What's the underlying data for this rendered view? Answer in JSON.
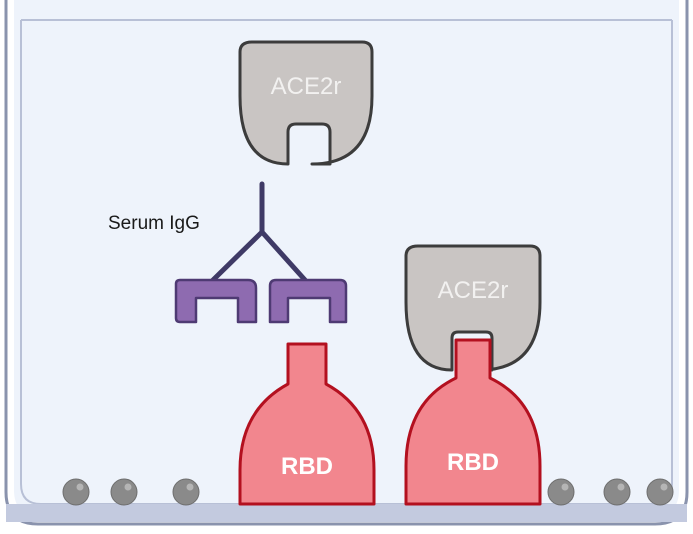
{
  "diagram": {
    "labels": {
      "ace2r_top": "ACE2r",
      "ace2r_bound": "ACE2r",
      "serum_igg": "Serum IgG",
      "rbd_left": "RBD",
      "rbd_right": "RBD"
    },
    "colors": {
      "well_fill": "#eef3fb",
      "well_stroke": "#8a93ad",
      "well_rim": "#b8c0d6",
      "ace2r_fill": "#c9c5c3",
      "ace2r_stroke": "#3c3c3c",
      "igg_fill": "#8e6bb0",
      "igg_stroke": "#4e3a73",
      "igg_stem": "#3f3a66",
      "rbd_fill": "#f2868e",
      "rbd_stroke": "#b3101f",
      "bead_fill": "#8a8a8a"
    },
    "bead_count": 6
  }
}
